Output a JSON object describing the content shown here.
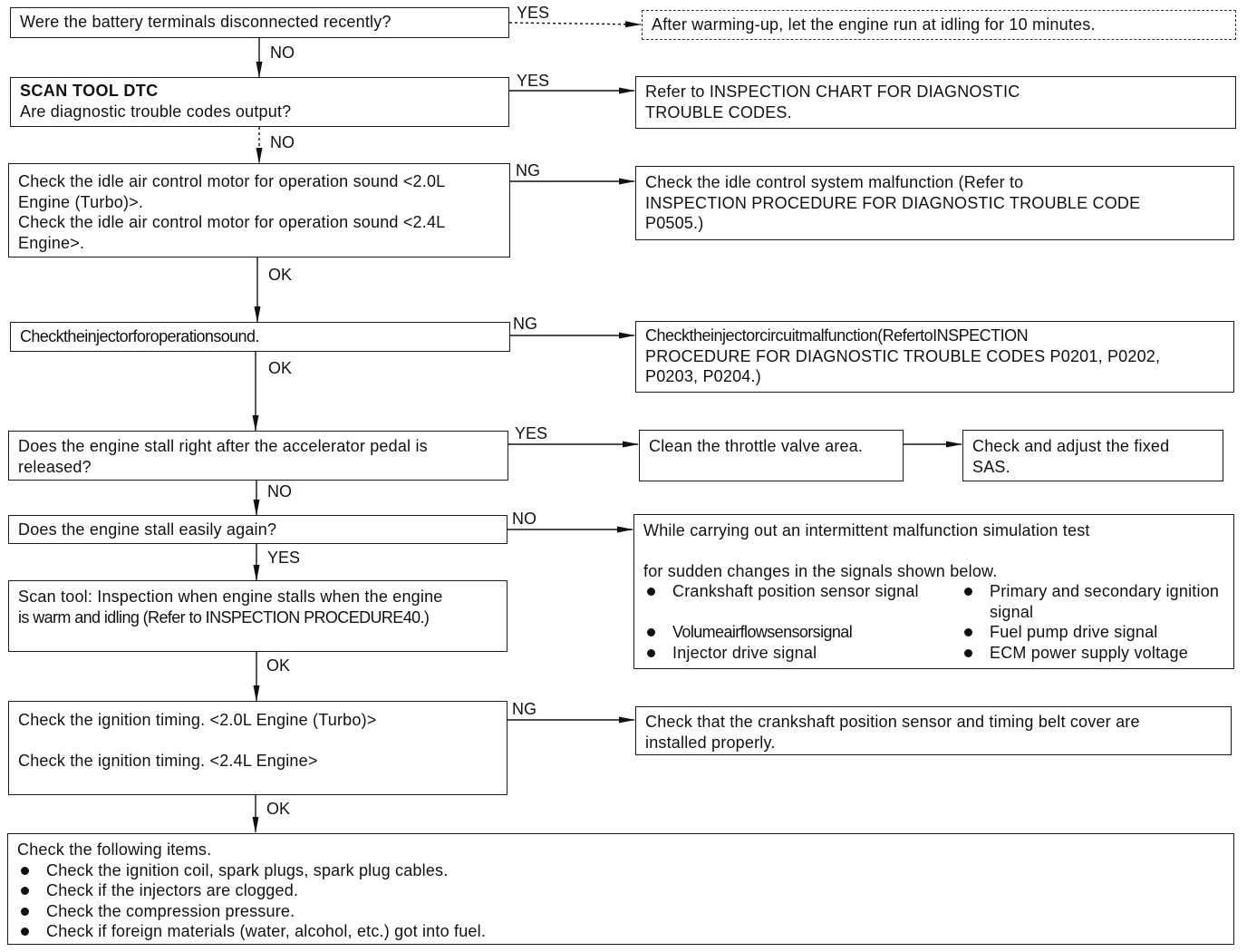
{
  "q_battery": "Were the battery terminals disconnected recently?",
  "a_warmup": "After warming-up, let the engine run at idling for 10 minutes.",
  "q_dtc": {
    "title": "SCAN TOOL DTC",
    "text": "Are diagnostic trouble codes output?"
  },
  "a_dtc": [
    "Refer  to INSPECTION  CHART  FOR  DIAGNOSTIC",
    "TROUBLE CODES."
  ],
  "c_iac": [
    "Check the idle air control motor for operation sound <2.0L",
    "Engine (Turbo)>.",
    "Check the idle air control motor for operation sound <2.4L",
    "Engine>."
  ],
  "a_iac": [
    "Check  the  idle  control  system  malfunction  (Refer  to",
    "INSPECTION PROCEDURE FOR DIAGNOSTIC TROUBLE CODE",
    "P0505.)"
  ],
  "c_inj": "Checktheinjectorforoperationsound.",
  "a_inj": [
    "Checktheinjectorcircuitmalfunction(RefertoINSPECTION",
    "PROCEDURE FOR DIAGNOSTIC TROUBLE CODES P0201, P0202,",
    "P0203,  P0204.)"
  ],
  "q_stall": [
    "Does  the  engine  stall  right  after  the  accelerator  pedal  is",
    "released?"
  ],
  "a_throttle": "Clean the throttle valve area.",
  "a_sas": [
    "Check   and   adjust   the   fixed",
    "SAS."
  ],
  "q_again": "Does the engine stall easily again?",
  "a_intermittent": {
    "line1": "While carrying out an intermittent malfunction simulation test",
    "line2": "for sudden changes in the signals shown below.",
    "items": [
      "Crankshaft  position  sensor signal",
      "Primary and secondary ignition signal",
      "Volumeairflowsensorsignal",
      "Fuel pump drive signal",
      "Injector  drive  signal",
      "ECM power supply voltage"
    ]
  },
  "c_scan": [
    "Scan tool: Inspection when engine stalls when the engine",
    "is warm and idling (Refer to INSPECTION PROCEDURE40.)"
  ],
  "c_timing": {
    "l1": "Check  the  ignition  timing.  <2.0L  Engine  (Turbo)>",
    "l2": "Check  the  ignition  timing.  <2.4L  Engine>"
  },
  "a_timing": [
    "Check that the crankshaft position sensor and timing belt cover are",
    "installed properly."
  ],
  "final": {
    "title": "Check  the  following  items.",
    "items": [
      "Check  the  ignition  coil,  spark  plugs,  spark  plug  cables.",
      "Check  if  the  injectors  are  clogged.",
      "Check  the  compression  pressure.",
      "Check  if  foreign  materials  (water,  alcohol,  etc.)  got  into  fuel."
    ]
  },
  "labels": {
    "yes1": "YES",
    "no1": "NO",
    "yes2": "YES",
    "no2": "NO",
    "ng1": "NG",
    "ok1": "OK",
    "ng2": "NG",
    "ok2": "OK",
    "yes3": "YES",
    "no3": "NO",
    "no4": "NO",
    "yes4": "YES",
    "ok3": "OK",
    "ng3": "NG",
    "ok4": "OK"
  }
}
